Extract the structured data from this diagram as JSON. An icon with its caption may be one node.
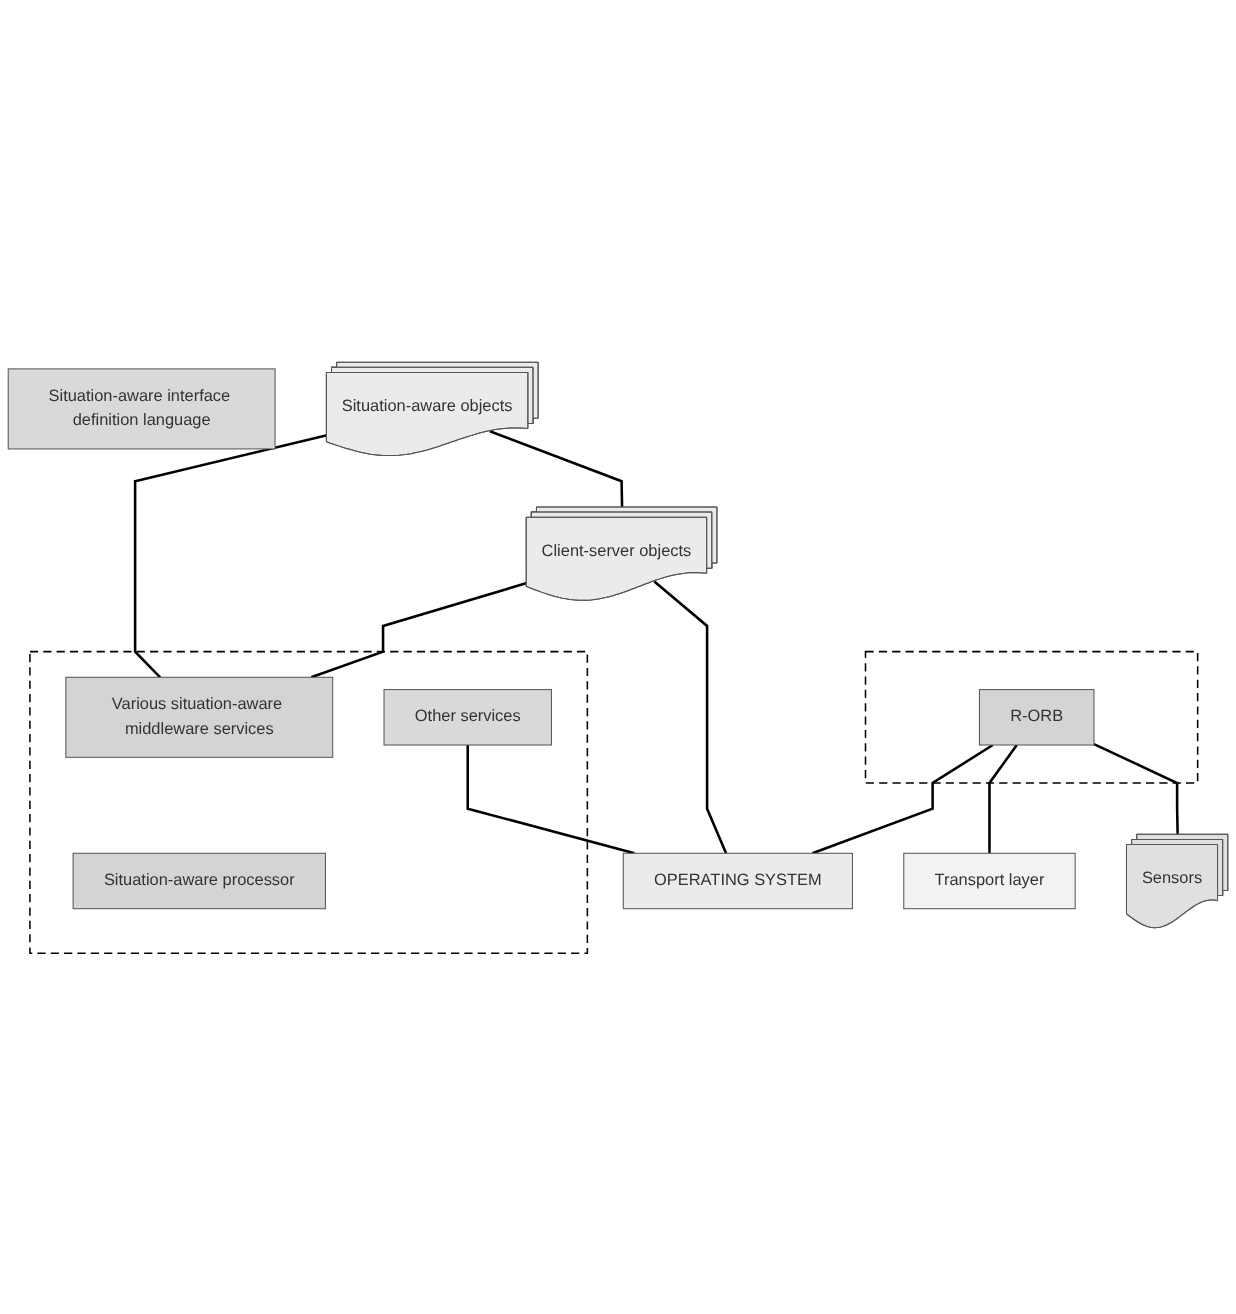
{
  "diagram": {
    "nodes": [
      {
        "text": [
          "Situation-aware interface definition language"
        ]
      },
      {
        "text": [
          "Situation-aware objects"
        ]
      },
      {
        "text": [
          "Client-server objects"
        ]
      },
      {
        "text": [
          "OPERATING SYSTEM"
        ]
      },
      {
        "text": [],
        "shape": "box"
      },
      {
        "text": [
          "Various situation-aware middleware services"
        ],
        "in": 4
      },
      {
        "text": [
          "Situation-aware processor"
        ],
        "in": 4
      },
      {
        "text": [
          "Other services"
        ],
        "in": 4
      },
      {
        "text": [],
        "shape": "box"
      },
      {
        "text": [
          "R-ORB"
        ],
        "in": 8
      },
      {
        "text": [
          "Transport layer"
        ]
      },
      {
        "text": [
          "Sensors"
        ]
      }
    ],
    "edges": [
      {
        "from": 1,
        "to": 2,
        "arrow": "none"
      },
      {
        "from": 1,
        "to": 5,
        "arrow": "none"
      },
      {
        "from": 2,
        "to": 5,
        "arrow": "none"
      },
      {
        "from": 2,
        "to": 3,
        "arrow": "none"
      },
      {
        "from": 7,
        "to": 3,
        "arrow": "none"
      },
      {
        "from": 9,
        "to": 3,
        "arrow": "none"
      },
      {
        "from": 9,
        "to": 11,
        "arrow": "none"
      },
      {
        "from": 9,
        "to": 10,
        "arrow": "none"
      }
    ]
  }
}
